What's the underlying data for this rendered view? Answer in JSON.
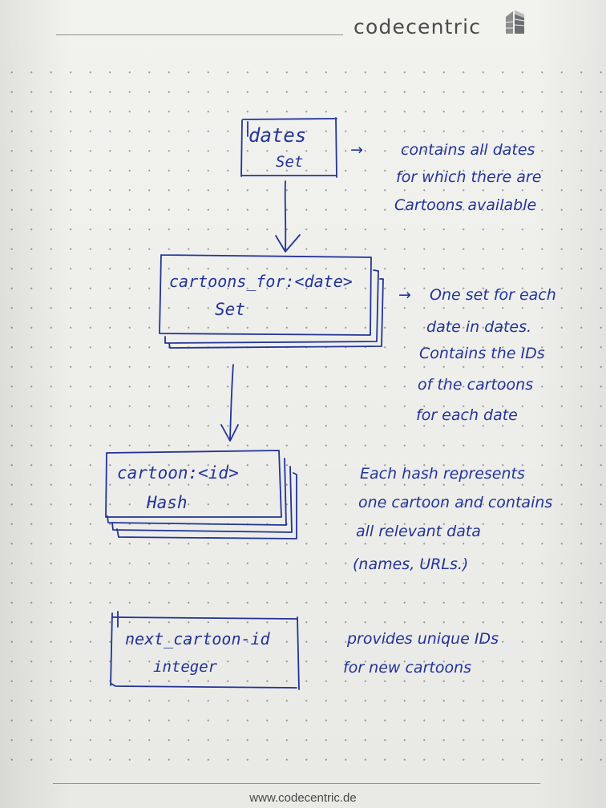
{
  "brand": {
    "name": "codecentric",
    "website": "www.codecentric.de"
  },
  "nodes": [
    {
      "id": "dates",
      "title": "dates",
      "type": "Set"
    },
    {
      "id": "cartoons_for_date",
      "title": "cartoons_for:<date>",
      "type": "Set"
    },
    {
      "id": "cartoon_id",
      "title": "cartoon:<id>",
      "type": "Hash"
    },
    {
      "id": "next_cartoon_id",
      "title": "next_cartoon-id",
      "type": "integer"
    }
  ],
  "edges": [
    {
      "from": "dates",
      "to": "cartoons_for_date"
    },
    {
      "from": "cartoons_for_date",
      "to": "cartoon_id"
    }
  ],
  "notes": {
    "dates": {
      "arrow": "→",
      "lines": [
        "contains all dates",
        "for which there are",
        "Cartoons available"
      ]
    },
    "cartoons_for_date": {
      "arrow": "→",
      "lines": [
        "One set for each",
        "date in dates.",
        "Contains the IDs",
        "of the cartoons",
        "for each date"
      ]
    },
    "cartoon_id": {
      "lines": [
        "Each hash represents",
        "one cartoon and contains",
        "all relevant data",
        "(names, URLs.)"
      ]
    },
    "next_cartoon_id": {
      "lines": [
        "provides unique IDs",
        "for new cartoons"
      ]
    }
  },
  "colors": {
    "ink": "#23359a",
    "paper": "#f2f2ef",
    "print": "#4a4b4c"
  }
}
